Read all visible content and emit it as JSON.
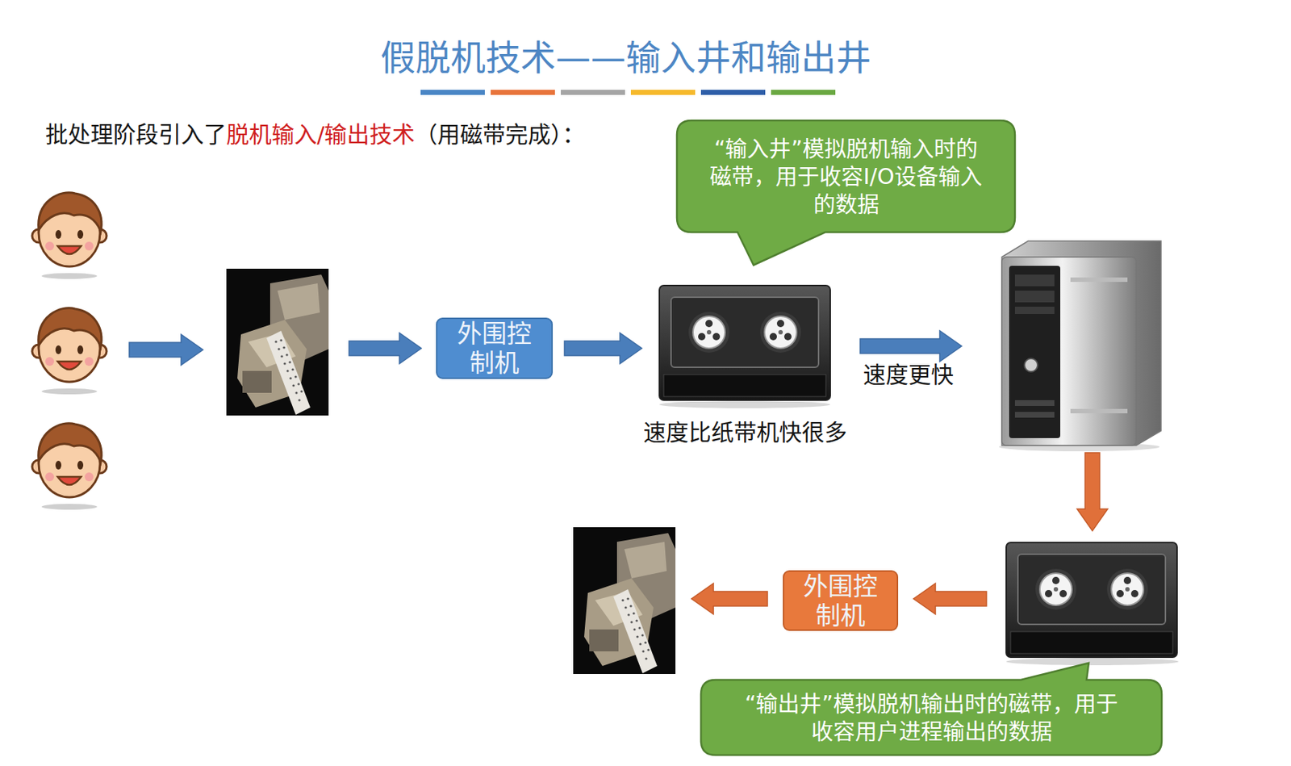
{
  "diagram": {
    "title": "假脱机技术——输入井和输出井",
    "nodes": [
      {
        "text": [
          "“输入井”模拟脱机输入时的磁带，用于收容I/O设备输入的数据"
        ]
      },
      {
        "text": [
          "外围控制机"
        ]
      },
      {
        "text": [
          "速度比纸带机快很多"
        ]
      },
      {
        "text": [
          "外围控制机"
        ]
      },
      {
        "text": [
          "“输出井”模拟脱机输出时的磁带，用于收容用户进程输出的数据"
        ]
      }
    ],
    "edges": [
      {
        "from": 1,
        "to": 2,
        "arrow": "to"
      }
    ],
    "labels": [
      "批处理阶段引入了",
      "脱机输入/输出技术",
      "（用磁带完成）：",
      "速度更快"
    ]
  }
}
